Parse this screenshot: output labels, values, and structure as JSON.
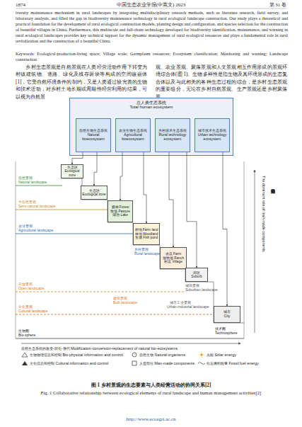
{
  "diagram": {
    "caption": "图 1  乡村景观的生态要素与人类经营活动的协同关系[2]",
    "nodes": [
      {
        "text": [
          "总人类生态系统",
          "Total human ecosystem"
        ]
      },
      {
        "text": [
          "自然生物生态系统",
          "Natural bioecosystem"
        ],
        "in": 0
      },
      {
        "text": [
          "农业生物生态系统",
          "Agricultural bioecosystem"
        ],
        "in": 0
      },
      {
        "text": [
          "乡村技术生态系统",
          "Rural technology ecosystem"
        ],
        "in": 0
      },
      {
        "text": [
          "城市技术生态系统",
          "Urban technology ecosystem"
        ],
        "in": 0
      },
      {
        "text": [
          "生态区",
          "Ecological zone"
        ]
      },
      {
        "text": [
          "生态区",
          "Ecological zone"
        ]
      },
      {
        "text": [
          "森林 Forest",
          "牧场 Pasture",
          "湖泊 Lake"
        ]
      },
      {
        "text": [
          "耕地 Farm land",
          "林地 Woodland",
          "鱼塘 Fish pond"
        ]
      },
      {
        "text": [
          "农庄 Farm",
          "放牧场 Ranch",
          "村庄 Village"
        ]
      },
      {
        "text": [
          "郊区",
          "Suburb"
        ]
      },
      {
        "text": [
          "城市",
          "City"
        ]
      }
    ],
    "edges": [
      {
        "from": 1,
        "to": 5,
        "arrow": "to"
      },
      {
        "from": 1,
        "to": 6,
        "arrow": "to"
      },
      {
        "from": 2,
        "to": 7,
        "arrow": "to"
      },
      {
        "from": 2,
        "to": 8,
        "arrow": "to"
      },
      {
        "from": 3,
        "to": 9,
        "arrow": "to"
      },
      {
        "from": 3,
        "to": 10,
        "arrow": "to"
      },
      {
        "from": 4,
        "to": 11,
        "arrow": "to"
      }
    ],
    "labels": [
      "1874",
      "中国生态农业学报(中英文)  2023",
      "第 31 卷",
      "iversity maintenance mechanism in rural landscapes by integrating multidisciplinary research methods, such as literature research, field survey, and laboratory analysis, and filled the gap in biodiversity maintenance technology in rural ecological landscape construction. Our study plays a theoretical and practical foundation for the development of rural ecological construction models, planting design and configuration, and species selection for the construction of beautiful villages in China. Furthermore, this multiscale and full-chain technology developed for biodiversity identification, maintenance, and warning in rural ecological landscapes provides key technical support for the dynamic management of rural ecological resources and plays a fundamental role in rural revitalization and the construction of a beautiful China.",
      "Keywords: Ecological-production-living space; Village scale; Germplasm resources; Ecosystem classification; Monitoring and warning; Landscape construction",
      "乡村生态景观是自然景观在人类经营活动作用下转变为村镇建筑物、道路、绿化及残存斑块等构成的空间镶嵌体[1]，它受自然环境条件的制约，又是人类通过较完善的生物和技术活动，对乡村土地长期或周期性经营利用的结果，可以视为自然景",
      "观、农业景观、聚落景观和人文景观相互作用形成的景观环境综合体(图 1)。生物多样性是指生物及其环境形成的生态复合体以及与此相关的各种生态过程的综合，是乡村生态景观的重要组分，无论在乡村自然景观、生产景观还是乡村聚落景",
      "自然景观",
      "Natural landscape",
      "半自然景观",
      "Semi-natural landscape",
      "农业景观",
      "Agricultural landscape",
      "乡村景观",
      "Rural landscape",
      "开放景观",
      "Open landscape",
      "建筑景观",
      "Built landscape",
      "城郊景观",
      "Suburban landscape",
      "文化景观",
      "Cultural landscape",
      "城市工业景观",
      "Urban-industrial landscape",
      "生物圈",
      "Bio-sphere",
      "技术圈",
      "Technosphere",
      "人类活动的主导地位",
      "The dominant role of man-made components",
      "自然生态系统的改变-转化-替代 Modification-conversion-replacement of natural bio-ecosystems",
      "Fig. 1  Collaborative relationship between ecological elements of rural landscape and human management activities[2]",
      "http://www.ecoagri.ac.cn"
    ],
    "legend": [
      {
        "text": "生物物理信息和控制 Bio-physical information and control"
      },
      {
        "text": "文化信息和控制 Cultural information and control"
      },
      {
        "text": "自然生物 Natural organisms"
      },
      {
        "text": "人造部分 Man-made components"
      },
      {
        "text": "光能 Solar energy"
      },
      {
        "text": "化石燃料能量 Fossil fuel energy"
      }
    ]
  }
}
